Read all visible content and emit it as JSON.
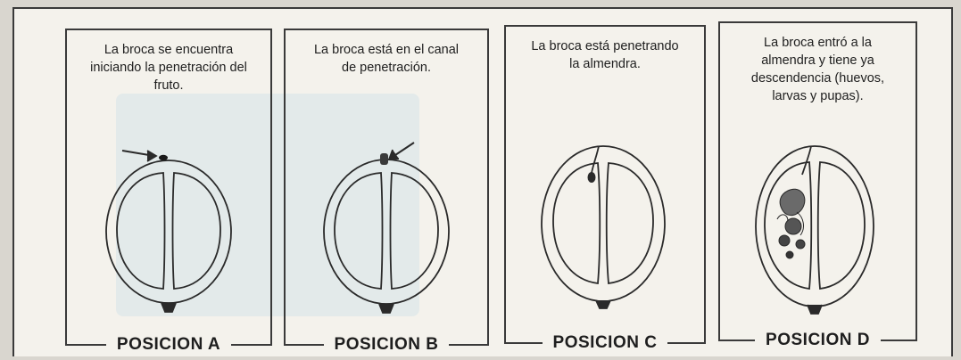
{
  "panels": [
    {
      "id": "a",
      "description": [
        "La broca se encuentra",
        "iniciando la penetración del",
        "fruto."
      ],
      "caption": "POSICION A"
    },
    {
      "id": "b",
      "description": [
        "La broca está en el canal",
        "de penetración."
      ],
      "caption": "POSICION B"
    },
    {
      "id": "c",
      "description": [
        "La broca está penetrando",
        "la almendra."
      ],
      "caption": "POSICION C"
    },
    {
      "id": "d",
      "description": [
        "La broca entró a la",
        "almendra y tiene ya",
        "descendencia (huevos,",
        "larvas y pupas)."
      ],
      "caption": "POSICION D"
    }
  ],
  "colors": {
    "ink": "#2a2a2a",
    "paper": "#f4f2ec",
    "background": "#d9d6cf"
  }
}
